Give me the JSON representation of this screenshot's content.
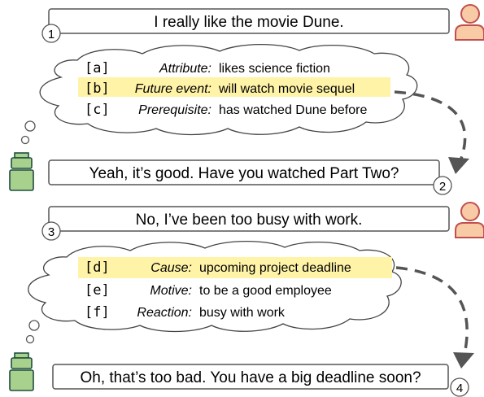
{
  "colors": {
    "user": "#f8cba6",
    "user_stroke": "#c0504d",
    "agent": "#a9d18e",
    "agent_stroke": "#1f4e3d",
    "highlight": "#fff3a8",
    "cloud_stroke": "#444444"
  },
  "turns": [
    {
      "number": "1",
      "text": "I really like the movie Dune.",
      "speaker": "user"
    },
    {
      "number": "2",
      "text": "Yeah, it’s good. Have you watched Part Two?",
      "speaker": "agent"
    },
    {
      "number": "3",
      "text": "No, I’ve been too busy with work.",
      "speaker": "user"
    },
    {
      "number": "4",
      "text": "Oh, that’s too bad. You have a big deadline soon?",
      "speaker": "agent"
    }
  ],
  "thoughts": [
    {
      "items": [
        {
          "tag": "[a]",
          "relation": "Attribute:",
          "value": "likes science fiction",
          "highlighted": false
        },
        {
          "tag": "[b]",
          "relation": "Future event:",
          "value": "will watch movie sequel",
          "highlighted": true
        },
        {
          "tag": "[c]",
          "relation": "Prerequisite:",
          "value": "has watched Dune before",
          "highlighted": false
        }
      ]
    },
    {
      "items": [
        {
          "tag": "[d]",
          "relation": "Cause:",
          "value": "upcoming project deadline",
          "highlighted": true
        },
        {
          "tag": "[e]",
          "relation": "Motive:",
          "value": "to be a good employee",
          "highlighted": false
        },
        {
          "tag": "[f]",
          "relation": "Reaction:",
          "value": "busy with work",
          "highlighted": false
        }
      ]
    }
  ]
}
